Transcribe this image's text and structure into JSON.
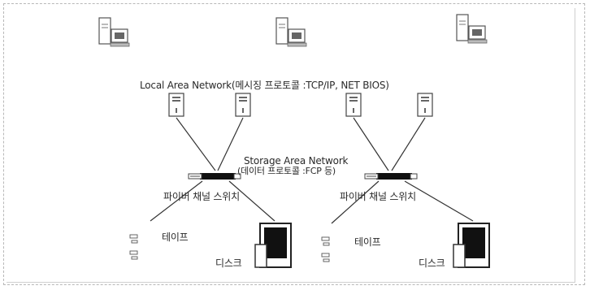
{
  "labels": {
    "lan": "Local Area Network(메시징 프로토콜 :TCP/IP, NET BIOS)",
    "san": "Storage Area Network",
    "san_protocol": "(데이터 프로토콜 :FCP 등)",
    "fc_switch_left": "파이버 채널 스위치",
    "fc_switch_right": "파이버 채널 스위치",
    "tape_left": "테이프",
    "tape_right": "테이프",
    "disk_left": "디스크",
    "disk_right": "디스크"
  }
}
